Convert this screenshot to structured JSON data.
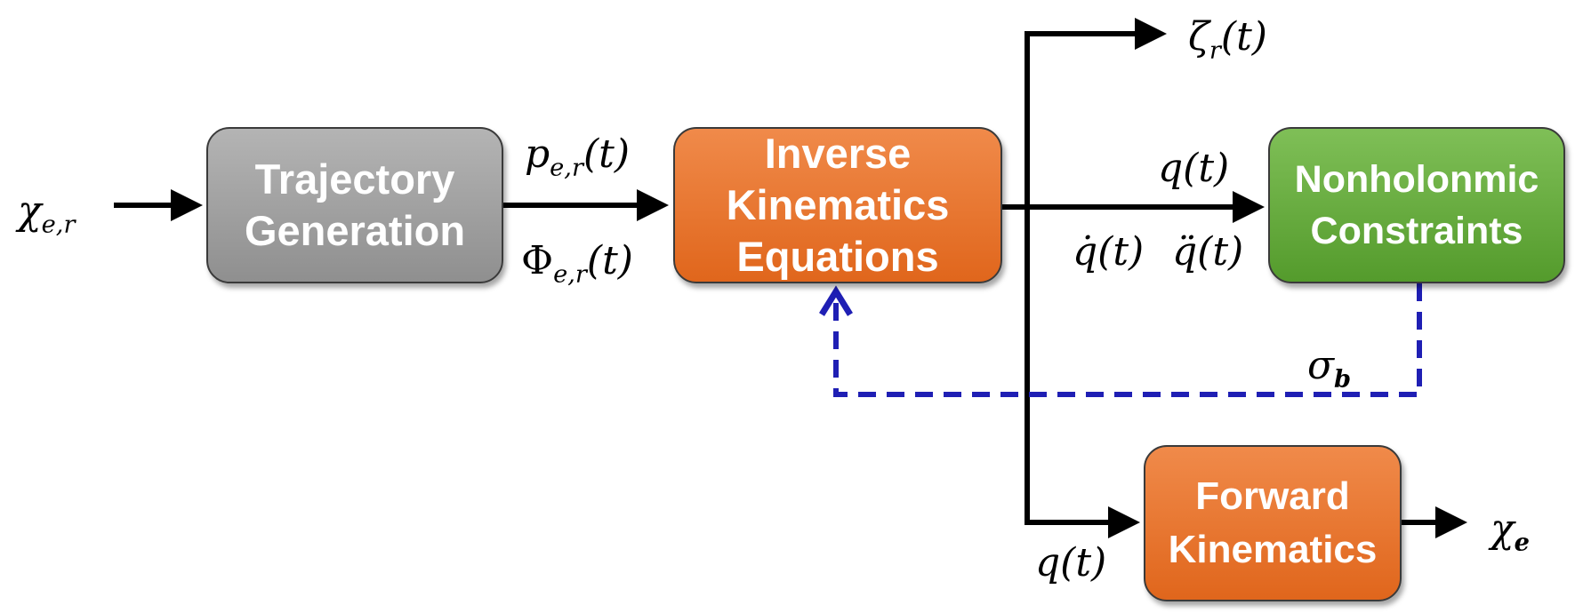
{
  "blocks": {
    "trajectory": {
      "lines": [
        "Trajectory",
        "Generation"
      ]
    },
    "inverse_kinematics": {
      "lines": [
        "Inverse",
        "Kinematics",
        "Equations"
      ]
    },
    "nonholonomic": {
      "lines": [
        "Nonholonmic",
        "Constraints"
      ]
    },
    "forward_kinematics": {
      "lines": [
        "Forward",
        "Kinematics"
      ]
    }
  },
  "signals": {
    "input": {
      "base": "χ",
      "sub": "e,r"
    },
    "position_ref": {
      "base": "p",
      "sub": "e,r",
      "arg": "(t)"
    },
    "orientation_ref": {
      "base": "Φ",
      "sub": "e,r",
      "arg": "(t)"
    },
    "zeta": {
      "base": "ζ",
      "sub": "r",
      "arg": "(t)"
    },
    "q_top": {
      "text": "q(t)"
    },
    "q_dot": {
      "text": "q̇(t)"
    },
    "q_ddot": {
      "text": "q̈(t)"
    },
    "sigma": {
      "base": "σ",
      "sub": "b"
    },
    "q_bottom": {
      "text": "q(t)"
    },
    "output": {
      "base": "χ",
      "sub": "e"
    }
  },
  "colors": {
    "trajectory_fill": "#a0a0a0",
    "ik_fill": "#e8732f",
    "fk_fill": "#e8732f",
    "nonholonomic_fill": "#69ad40",
    "arrow": "#000000",
    "feedback": "#1f1fb4",
    "box_border": "#3a3a3a"
  }
}
